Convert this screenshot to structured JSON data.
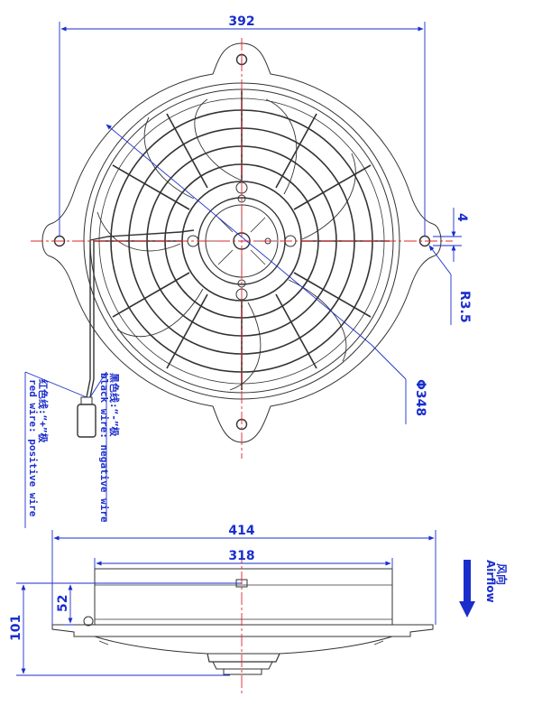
{
  "front_view": {
    "width_dim": "392",
    "diameter_dim": "Φ348",
    "hole_offset_dim": "4",
    "hole_radius_dim": "R3.5",
    "wire_notes": {
      "black_cn": "黑色线:“-”极",
      "black_en": "black wire: negative wire",
      "red_cn": "红色线:“+”极",
      "red_en": "red wire: positive wire"
    }
  },
  "side_view": {
    "total_width_dim": "414",
    "shroud_width_dim": "318",
    "shroud_depth_dim": "52",
    "total_depth_dim": "101",
    "airflow_cn": "风向",
    "airflow_en": "Airflow"
  },
  "colors": {
    "line": "#333333",
    "dimension": "#1a2ecc",
    "centerline": "#e0242a"
  }
}
